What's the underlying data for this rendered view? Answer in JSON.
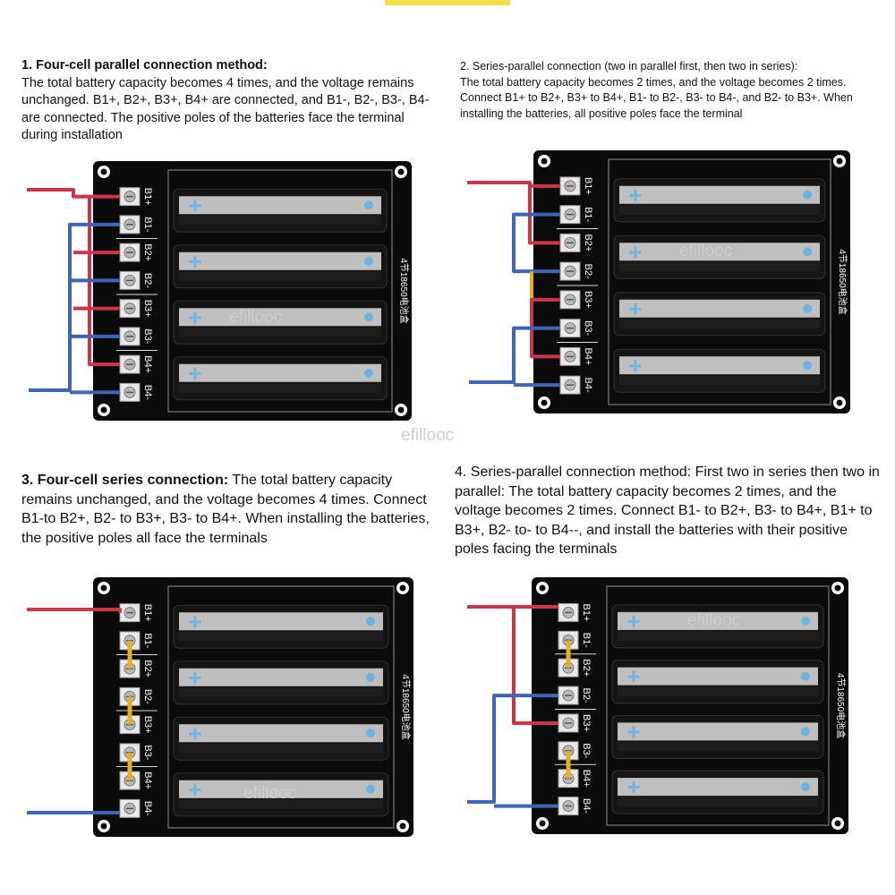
{
  "panel1": {
    "title": "1. Four-cell parallel connection method:",
    "body": "The total battery capacity becomes 4 times, and the voltage remains unchanged. B1+, B2+, B3+, B4+ are connected, and B1-, B2-, B3-, B4- are connected. The positive poles of the batteries face the terminal during installation"
  },
  "panel2": {
    "title": "2. Series-parallel connection (two in parallel first, then two in series):",
    "body": "The total battery capacity becomes 2 times, and the voltage becomes 2 times. Connect B1+ to B2+, B3+ to B4+, B1- to B2-, B3- to B4-, and B2- to B3+. When installing the batteries, all positive poles face the terminal"
  },
  "panel3": {
    "title": "3. Four-cell series connection:",
    "body": "The total battery capacity remains unchanged, and the voltage becomes 4 times. Connect B1-to B2+, B2- to B3+, B3- to B4+. When installing the batteries, the positive poles all face the terminals"
  },
  "panel4": {
    "title": "4. Series-parallel connection method:",
    "body": "First two in series then two in parallel: The total battery capacity becomes 2 times, and the voltage becomes 2 times. Connect B1- to B2+, B3- to B4+, B1+ to B3+, B2- to- to B4--, and install the batteries with their positive poles facing the terminals"
  },
  "terminal_labels": [
    "B1+",
    "B1-",
    "B2+",
    "B2-",
    "B3+",
    "B3-",
    "B4+",
    "B4-"
  ],
  "board_side_text": "4节18650电池盒",
  "plus_symbol": "+",
  "watermark": "efillooc",
  "colors": {
    "red_wire": "#d0344a",
    "blue_wire": "#3f64b8",
    "yellow_link": "#e8b020",
    "board": "#0b0b0b"
  }
}
